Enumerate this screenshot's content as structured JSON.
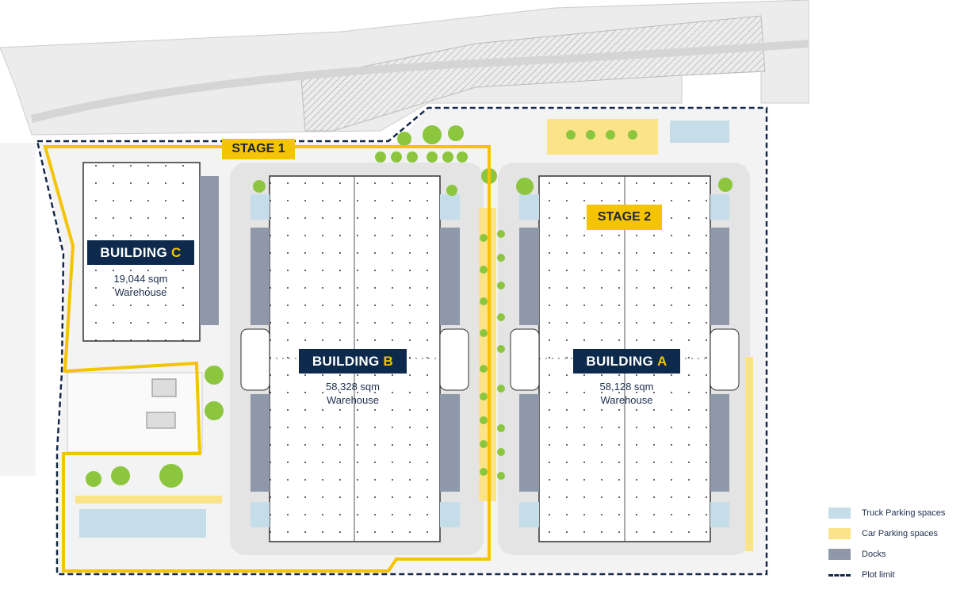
{
  "stages": [
    {
      "label": "STAGE 1"
    },
    {
      "label": "STAGE 2"
    }
  ],
  "buildings": [
    {
      "name": "BUILDING",
      "letter": "C",
      "area": "19,044 sqm",
      "use": "Warehouse"
    },
    {
      "name": "BUILDING",
      "letter": "B",
      "area": "58,328 sqm",
      "use": "Warehouse"
    },
    {
      "name": "BUILDING",
      "letter": "A",
      "area": "58,128 sqm",
      "use": "Warehouse"
    }
  ],
  "legend": [
    {
      "label": "Truck Parking spaces",
      "color": "#c5dde8"
    },
    {
      "label": "Car Parking spaces",
      "color": "#fbe38a"
    },
    {
      "label": "Docks",
      "color": "#8e98a8"
    },
    {
      "label": "Plot limit",
      "color": "#14284a"
    }
  ],
  "colors": {
    "navy": "#0d2a4d",
    "yellow": "#f5c400",
    "tree": "#8cc63f"
  }
}
